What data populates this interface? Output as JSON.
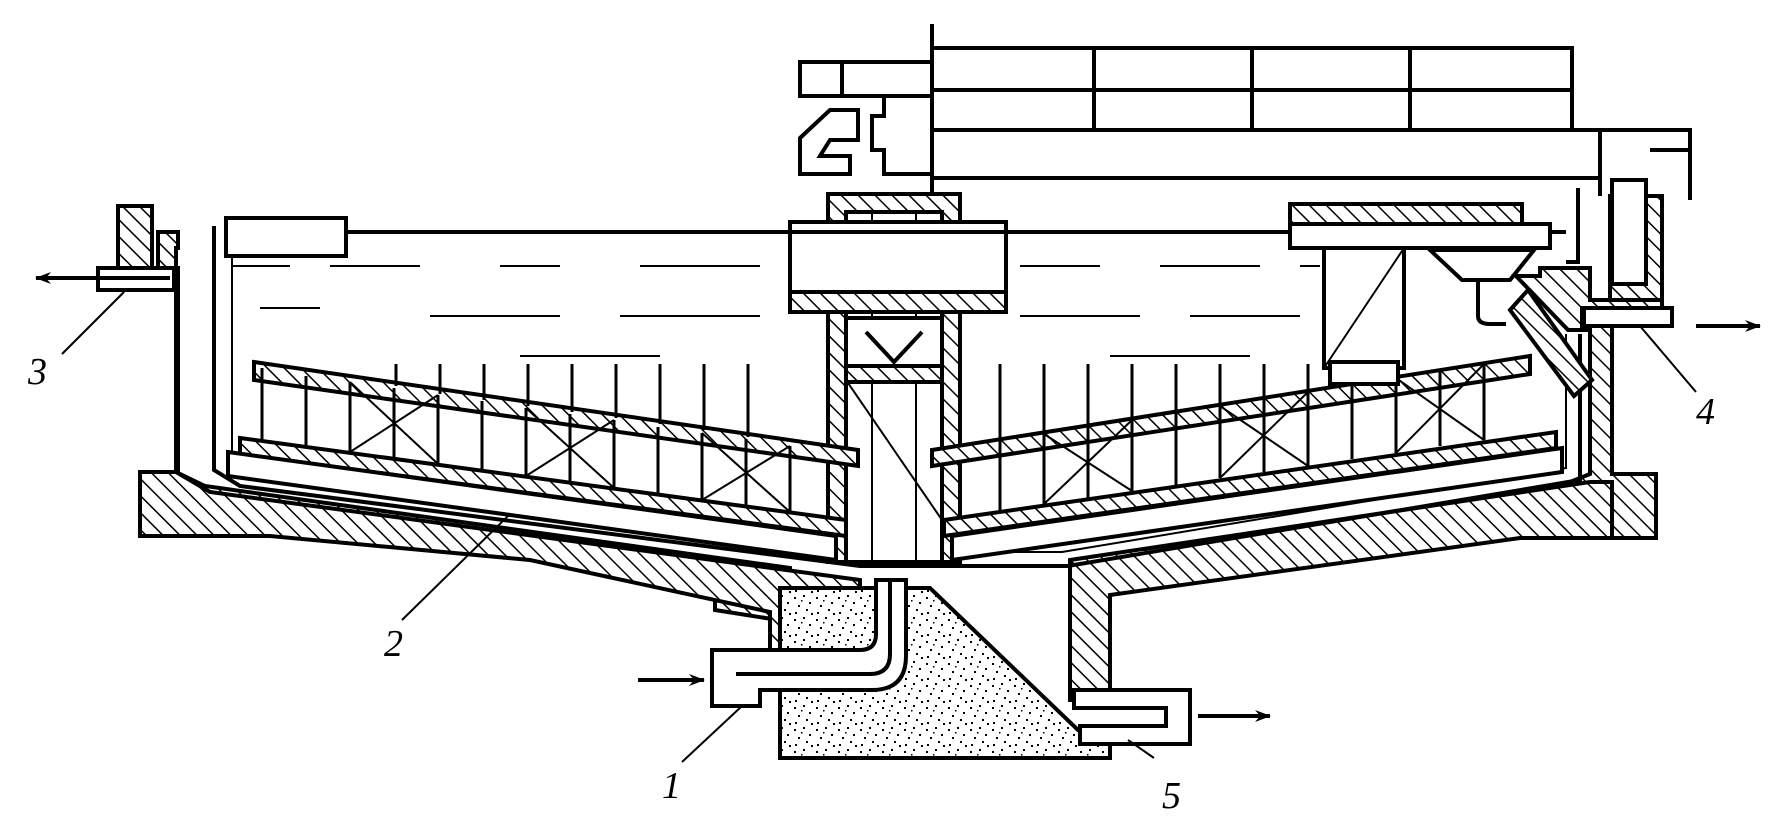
{
  "diagram": {
    "colors": {
      "ink": "#000000",
      "paper": "#ffffff"
    },
    "labels": [
      {
        "id": "1",
        "text": "1"
      },
      {
        "id": "2",
        "text": "2"
      },
      {
        "id": "3",
        "text": "3"
      },
      {
        "id": "4",
        "text": "4"
      },
      {
        "id": "5",
        "text": "5"
      }
    ]
  }
}
